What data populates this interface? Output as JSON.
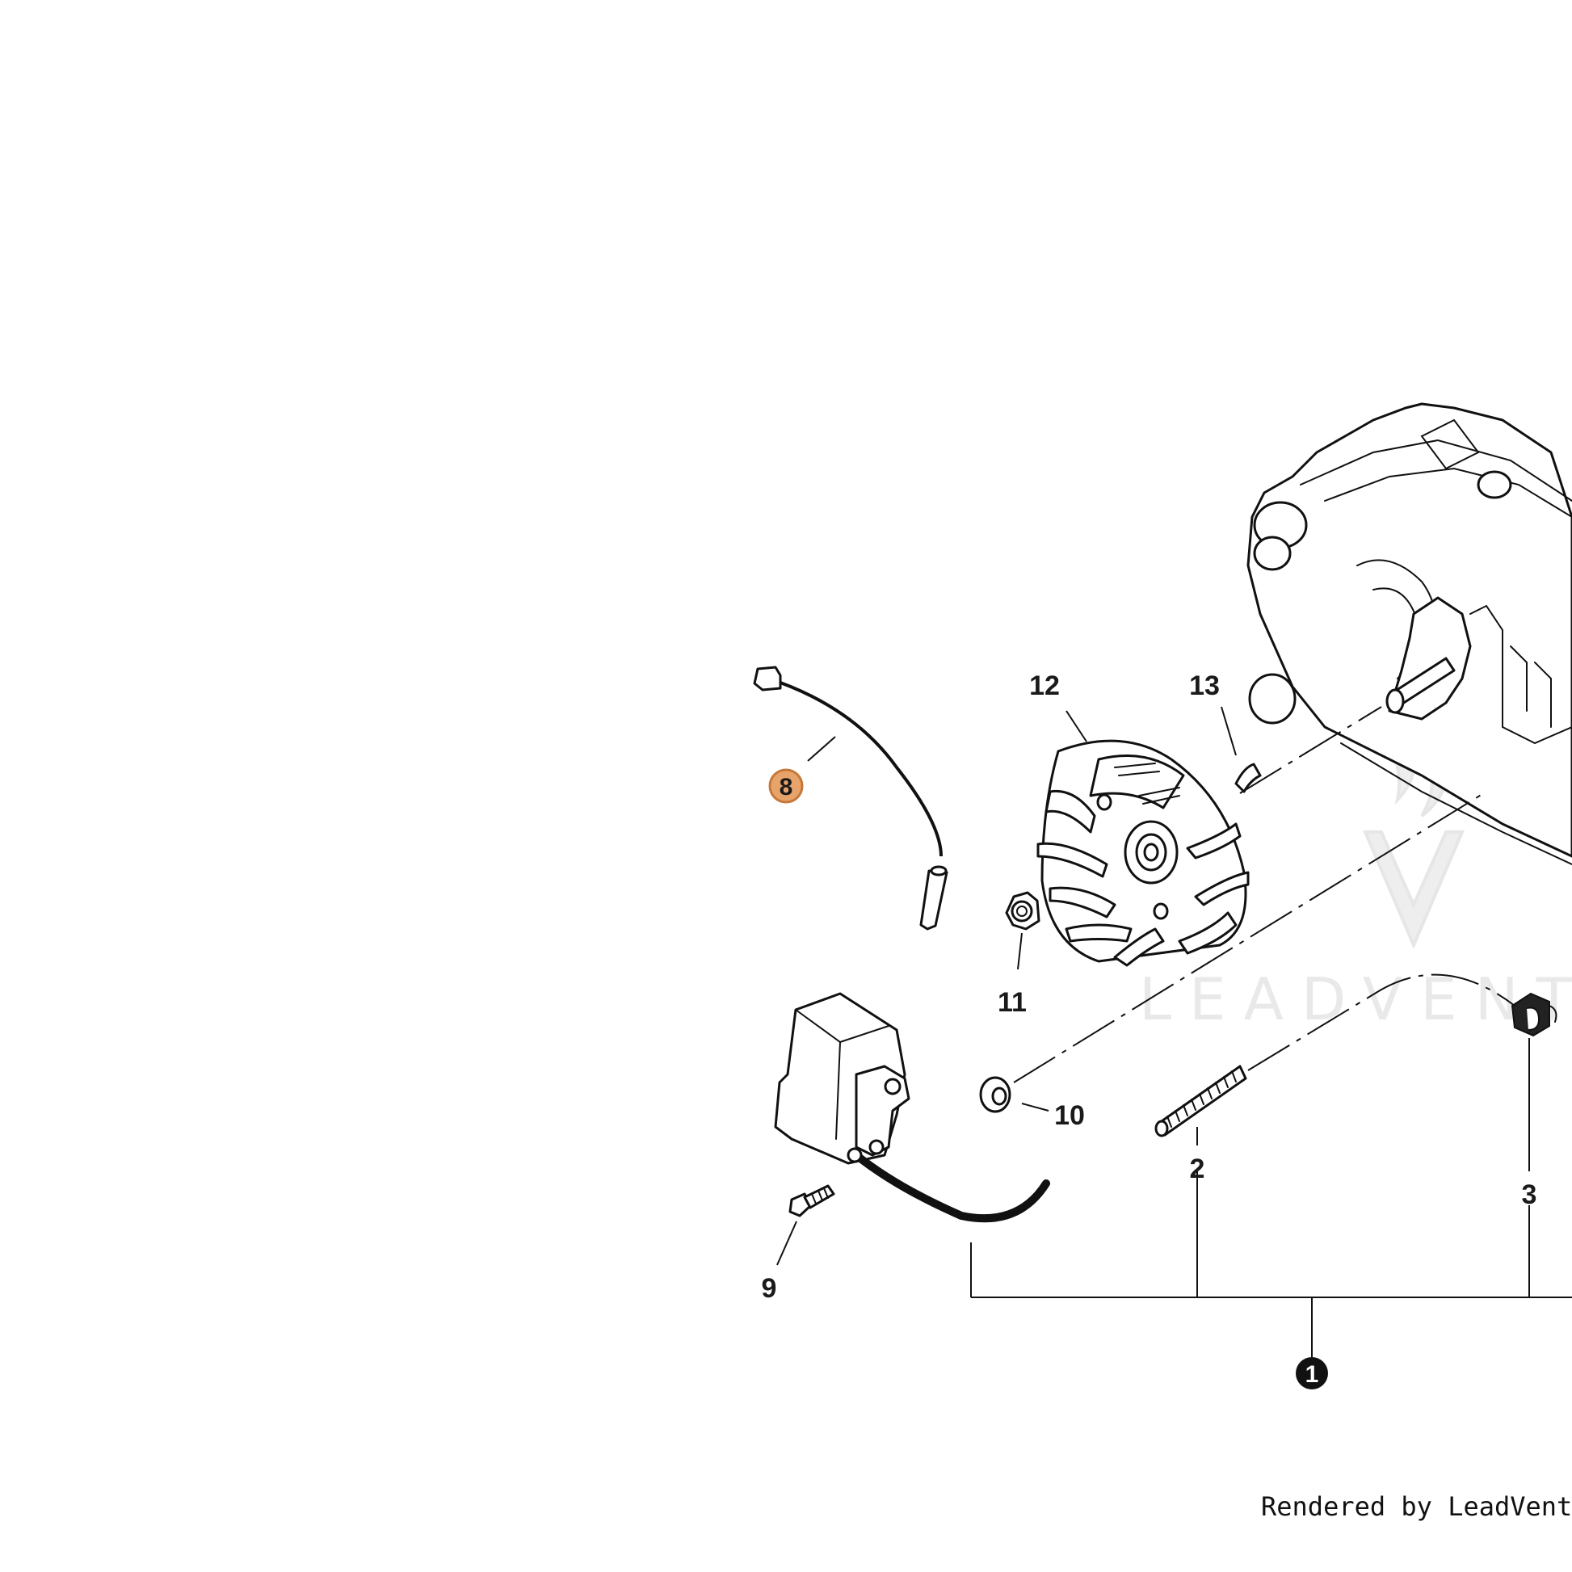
{
  "diagram": {
    "callouts": [
      {
        "id": "1",
        "style": "filled-circle"
      },
      {
        "id": "2",
        "style": "plain"
      },
      {
        "id": "3",
        "style": "plain"
      },
      {
        "id": "8",
        "style": "highlighted-circle"
      },
      {
        "id": "9",
        "style": "plain"
      },
      {
        "id": "10",
        "style": "plain"
      },
      {
        "id": "11",
        "style": "plain"
      },
      {
        "id": "12",
        "style": "plain"
      },
      {
        "id": "13",
        "style": "plain"
      }
    ],
    "highlight_color": "#e8a36a",
    "highlight_stroke": "#c5783a"
  },
  "watermark": {
    "text": "LEADVENTU"
  },
  "footer": {
    "credit": "Rendered by LeadVenture, In"
  }
}
